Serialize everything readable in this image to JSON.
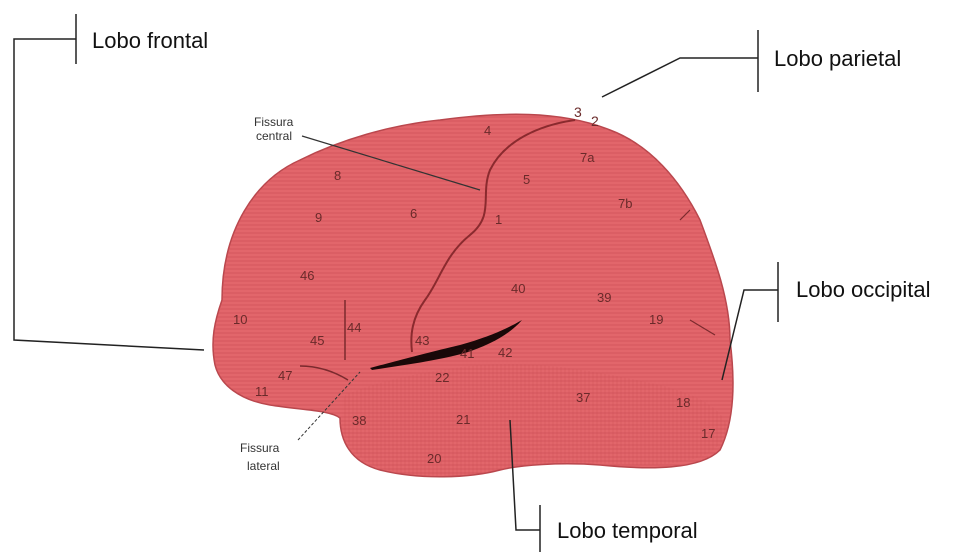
{
  "labels": {
    "frontal": "Lobo frontal",
    "parietal": "Lobo parietal",
    "occipital": "Lobo occipital",
    "temporal": "Lobo temporal"
  },
  "fissures": {
    "central_line1": "Fissura",
    "central_line2": "central",
    "lateral_line1": "Fissura",
    "lateral_line2": "lateral"
  },
  "areas": {
    "a1": "1",
    "a2": "2",
    "a3": "3",
    "a4": "4",
    "a5": "5",
    "a6": "6",
    "a7a": "7a",
    "a7b": "7b",
    "a8": "8",
    "a9": "9",
    "a10": "10",
    "a11": "11",
    "a17": "17",
    "a18": "18",
    "a19": "19",
    "a20": "20",
    "a21": "21",
    "a22": "22",
    "a37": "37",
    "a38": "38",
    "a39": "39",
    "a40": "40",
    "a41": "41",
    "a42": "42",
    "a43": "43",
    "a44": "44",
    "a45": "45",
    "a46": "46",
    "a47": "47"
  },
  "colors": {
    "brain_fill": "#e2666b",
    "brain_hatch": "#c84b52",
    "fissure": "#1a0808"
  }
}
